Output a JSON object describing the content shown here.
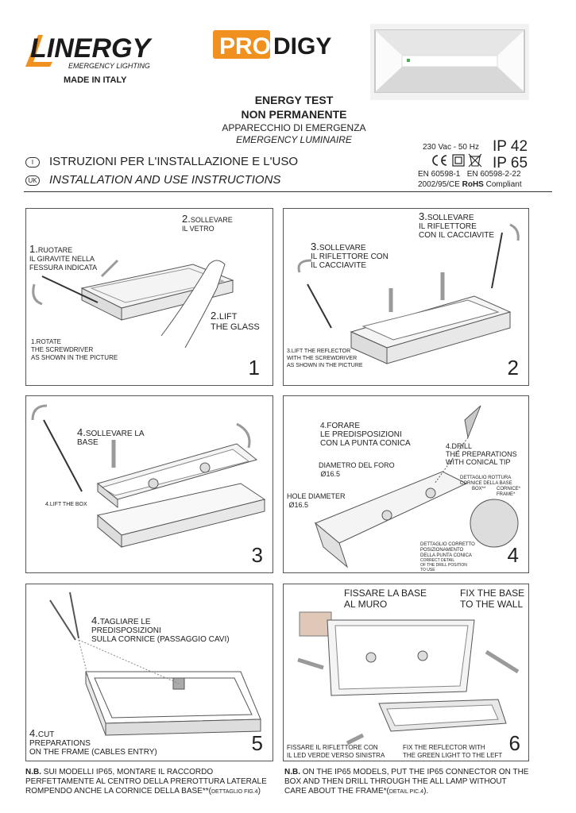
{
  "header": {
    "brand": "LINERGY",
    "brand_tagline": "EMERGENCY LIGHTING",
    "made_in": "MADE IN ITALY",
    "product_logo_pro": "PRO",
    "product_logo_digy": "DIGY",
    "title_line1": "ENERGY TEST",
    "title_line2": "NON PERMANENTE",
    "subtitle_it": "APPARECCHIO DI EMERGENZA",
    "subtitle_en": "EMERGENCY LUMINAIRE",
    "voltage": "230 Vac - 50 Hz",
    "ip_1": "IP 42",
    "ip_2": "IP 65",
    "norms": "EN 60598-1   EN 60598-2-22",
    "directive_prefix": "2002/95/CE ",
    "directive_rohs": "RoHS",
    "directive_suffix": " Compliant",
    "badge_it": "I",
    "badge_uk": "UK",
    "instructions_it": "ISTRUZIONI PER L'INSTALLAZIONE E L'USO",
    "instructions_en": "INSTALLATION AND USE INSTRUCTIONS"
  },
  "panels": {
    "p1": {
      "number": "1",
      "a_num": "1.",
      "a_text": "RUOTARE\nIL GIRAVITE NELLA\nFESSURA INDICATA",
      "b_num": "2.",
      "b_text": "SOLLEVARE\nIL VETRO",
      "c_num": "2.",
      "c_text": "LIFT\nTHE GLASS",
      "d_text": "1.ROTATE\nTHE SCREWDRIVER\nAS SHOWN IN THE PICTURE"
    },
    "p2": {
      "number": "2",
      "a_num": "3.",
      "a_text": "SOLLEVARE\nIL RIFLETTORE\nCON IL CACCIAVITE",
      "b_num": "3.",
      "b_text": "SOLLEVARE\nIL RIFLETTORE CON\nIL CACCIAVITE",
      "c_text": "3.LIFT THE REFLECTOR\nWITH THE SCREWDRIVER\nAS SHOWN IN THE PICTURE"
    },
    "p3": {
      "number": "3",
      "a_num": "4.",
      "a_text": "SOLLEVARE LA\nBASE",
      "b_text": "4.LIFT THE BOX"
    },
    "p4": {
      "number": "4",
      "a_text": "4.FORARE\nLE PREDISPOSIZIONI\nCON LA PUNTA CONICA",
      "b_text": "4.DRILL\nTHE PREPARATIONS\nWITH CONICAL TIP",
      "c_text": "DIAMETRO DEL FORO\n Ø16.5",
      "d_text": "HOLE DIAMETER\n Ø16.5",
      "e_text": "DETTAGLIO ROTTURA\nCORNICE DELLA BASE",
      "f_text": "BOX**",
      "g_text": "CORNICE*\nFRAME*",
      "h_text": "DETTAGLIO CORRETTO\nPOSIZIONAMENTO\nDELLA PUNTA CONICA",
      "i_text": "CORRECT DETAIL\nOF THE DRILL POSITION\nTO USE"
    },
    "p5": {
      "number": "5",
      "a_num": "4.",
      "a_text": "TAGLIARE LE\nPREDISPOSIZIONI\nSULLA CORNICE (PASSAGGIO CAVI)",
      "b_num": "4.",
      "b_text": "CUT\nPREPARATIONS\nON THE FRAME (CABLES ENTRY)"
    },
    "p6": {
      "number": "6",
      "a_text": "FISSARE LA BASE\nAL MURO",
      "b_text": "FIX THE BASE\nTO THE WALL",
      "c_text": "FISSARE IL RIFLETTORE CON\nIL LED VERDE VERSO SINISTRA",
      "d_text": "FIX THE REFLECTOR WITH\nTHE GREEN LIGHT TO THE LEFT"
    }
  },
  "notes": {
    "it_bold": "N.B.",
    "it_text": " SUI MODELLI IP65, MONTARE IL RACCORDO PERFETTAMENTE AL CENTRO DELLA PREROTTURA LATERALE ROMPENDO ANCHE LA CORNICE DELLA BASE**(",
    "it_small": "DETTAGLIO FIG.4",
    "it_end": ")",
    "en_bold": "N.B.",
    "en_text": " ON THE IP65 MODELS, PUT THE IP65 CONNECTOR ON THE BOX AND THEN DRILL THROUGH THE ALL LAMP WITHOUT CARE ABOUT THE FRAME*(",
    "en_small": "DETAIL PIC.4",
    "en_end": ")."
  },
  "colors": {
    "orange": "#f0901e",
    "dark": "#222222",
    "arrow_gray": "#9a9a9a"
  }
}
